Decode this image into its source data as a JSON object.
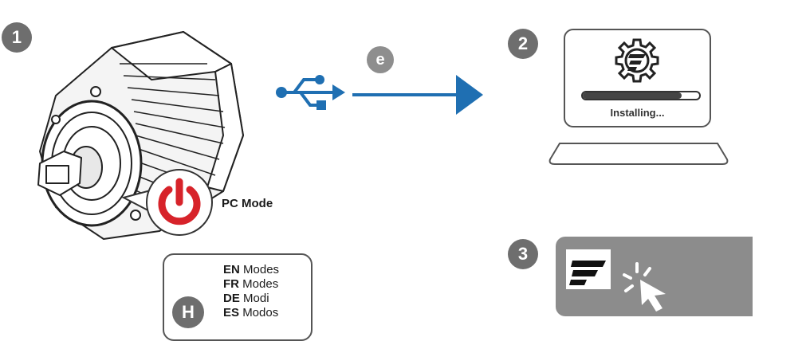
{
  "steps": {
    "step1": "1",
    "step2": "2",
    "step3": "3",
    "step_e": "e",
    "step_h": "H"
  },
  "base": {
    "power_label": "PC Mode"
  },
  "installer": {
    "status_text": "Installing...",
    "progress_fraction": 0.85
  },
  "modes_box": {
    "entries": [
      {
        "lang": "EN",
        "word": "Modes"
      },
      {
        "lang": "FR",
        "word": "Modes"
      },
      {
        "lang": "DE",
        "word": "Modi"
      },
      {
        "lang": "ES",
        "word": "Modos"
      }
    ]
  },
  "colors": {
    "accent_blue": "#1f6fb2",
    "power_red": "#d7232a",
    "badge_gray": "#6e6e6e",
    "panel_gray": "#8c8c8c"
  },
  "icons": [
    "usb-icon",
    "arrow-right-icon",
    "gear-icon",
    "power-icon",
    "cursor-click-icon",
    "fanatec-logo-icon"
  ]
}
